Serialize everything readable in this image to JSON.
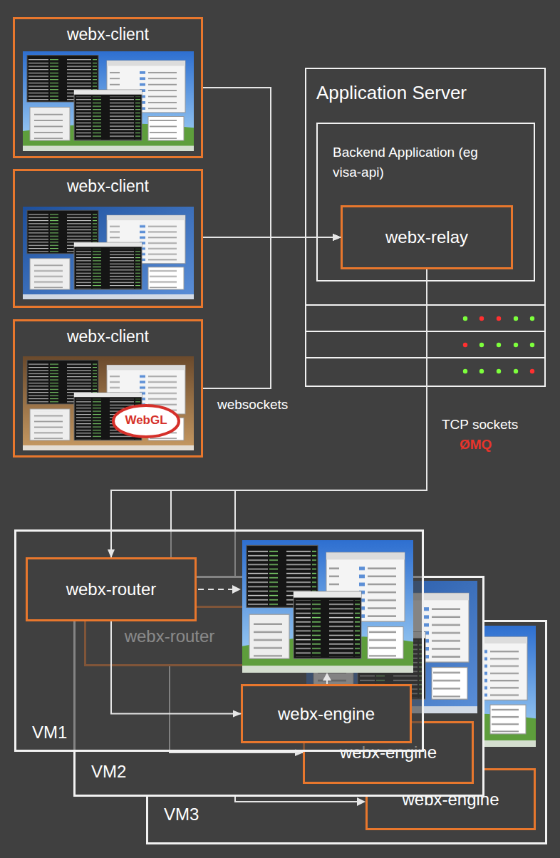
{
  "diagram": {
    "nodes": [
      {
        "text": [
          "webx-client"
        ]
      },
      {
        "text": [
          "webx-client"
        ]
      },
      {
        "text": [
          "webx-client"
        ]
      },
      {
        "text": [
          "Application Server"
        ]
      },
      {
        "text": [
          "Backend Application (eg visa-api)"
        ],
        "in": 3
      },
      {
        "text": [
          "webx-relay"
        ],
        "in": 4
      },
      {
        "text": [
          "VM1"
        ]
      },
      {
        "text": [
          "webx-router"
        ],
        "in": 6
      },
      {
        "text": [
          "webx-engine"
        ],
        "in": 6
      },
      {
        "text": [
          "VM2"
        ]
      },
      {
        "text": [
          "webx-router"
        ],
        "in": 9
      },
      {
        "text": [
          "webx-engine"
        ],
        "in": 9
      },
      {
        "text": [
          "VM3"
        ]
      },
      {
        "text": [
          "webx-engine"
        ],
        "in": 12
      }
    ],
    "edges": [
      {
        "from": 0,
        "to": 5,
        "arrow": "to"
      },
      {
        "from": 1,
        "to": 5,
        "arrow": "to"
      },
      {
        "from": 2,
        "to": 5,
        "arrow": "to"
      },
      {
        "from": 5,
        "to": 7,
        "arrow": "to"
      },
      {
        "from": 5,
        "to": 10,
        "arrow": "to"
      },
      {
        "from": 7,
        "to": 8,
        "arrow": "to"
      },
      {
        "from": 10,
        "to": 11,
        "arrow": "to"
      }
    ],
    "labels": [
      "websockets",
      "TCP sockets",
      "ØMQ",
      "WebGL"
    ]
  }
}
